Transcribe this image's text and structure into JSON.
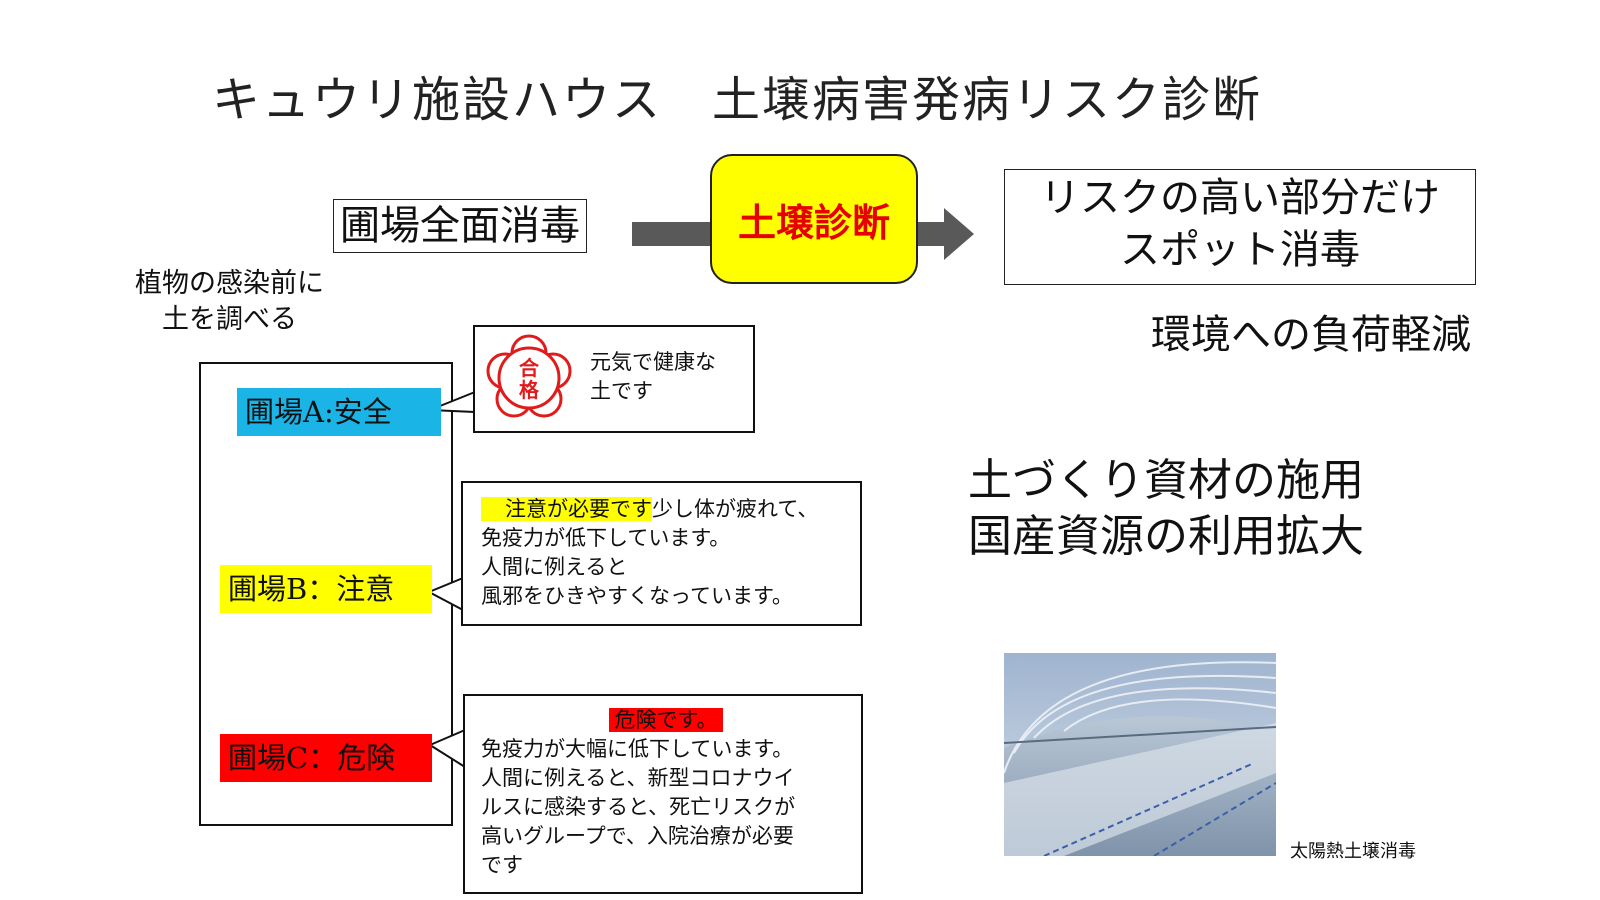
{
  "title": "キュウリ施設ハウス　土壌病害発病リスク診断",
  "flow": {
    "full_disinfect": "圃場全面消毒",
    "diagnosis": "土壌診断",
    "spot_line1": "リスクの高い部分だけ",
    "spot_line2": "スポット消毒"
  },
  "env_benefit": "環境への負荷軽減",
  "before_infection": {
    "line1": "植物の感染前に",
    "line2": "土を調べる"
  },
  "fields": {
    "a": {
      "label": "圃場A:安全",
      "color": "#1ab4e6",
      "stamp": "合格",
      "message_line1": "元気で健康な",
      "message_line2": "土です"
    },
    "b": {
      "label": "圃場B：注意",
      "color": "#ffff00",
      "highlight": "注意が必要です",
      "line1_rest": "少し体が疲れて、",
      "line2": "免疫力が低下しています。",
      "line3": "人間に例えると",
      "line4": "風邪をひきやすくなっています。"
    },
    "c": {
      "label": "圃場C：危険",
      "color": "#ff0000",
      "highlight": "危険です。",
      "line1": "免疫力が大幅に低下しています。",
      "line2": "人間に例えると、新型コロナウイ",
      "line3": "ルスに感染すると、死亡リスクが",
      "line4": "高いグループで、入院治療が必要",
      "line5": "です"
    }
  },
  "soil_materials": {
    "line1": "土づくり資材の施用",
    "line2": "国産資源の利用拡大"
  },
  "photo_caption": "太陽熱土壌消毒"
}
